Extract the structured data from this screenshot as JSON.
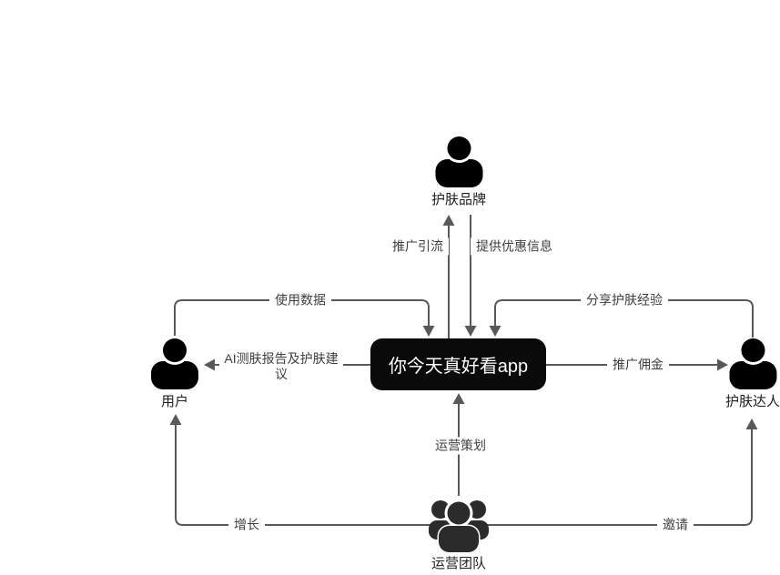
{
  "diagram": {
    "app_node": {
      "label": "你今天真好看app"
    },
    "nodes": [
      {
        "id": "brand",
        "label": "护肤品牌",
        "icon": "person-icon"
      },
      {
        "id": "user",
        "label": "用户",
        "icon": "person-icon"
      },
      {
        "id": "expert",
        "label": "护肤达人",
        "icon": "person-icon"
      },
      {
        "id": "team",
        "label": "运营团队",
        "icon": "people-group-icon"
      }
    ],
    "edges": [
      {
        "from": "user",
        "to": "app",
        "label": "使用数据"
      },
      {
        "from": "app",
        "to": "brand",
        "label": "推广引流"
      },
      {
        "from": "brand",
        "to": "app",
        "label": "提供优惠信息"
      },
      {
        "from": "expert",
        "to": "app",
        "label": "分享护肤经验"
      },
      {
        "from": "app",
        "to": "user",
        "label": "AI测肤报告及护肤建议"
      },
      {
        "from": "app",
        "to": "expert",
        "label": "推广佣金"
      },
      {
        "from": "team",
        "to": "app",
        "label": "运营策划"
      },
      {
        "from": "team",
        "to": "user",
        "label": "增长"
      },
      {
        "from": "team",
        "to": "expert",
        "label": "邀请"
      }
    ],
    "colors": {
      "background": "#ffffff",
      "line": "#595959",
      "person_fill": "#000000",
      "team_fill": "#2b2b2b",
      "app_fill": "#0a0a0a",
      "app_text": "#ffffff",
      "edge_label_text": "#3f3f3f",
      "node_label_text": "#1f1f1f"
    }
  }
}
